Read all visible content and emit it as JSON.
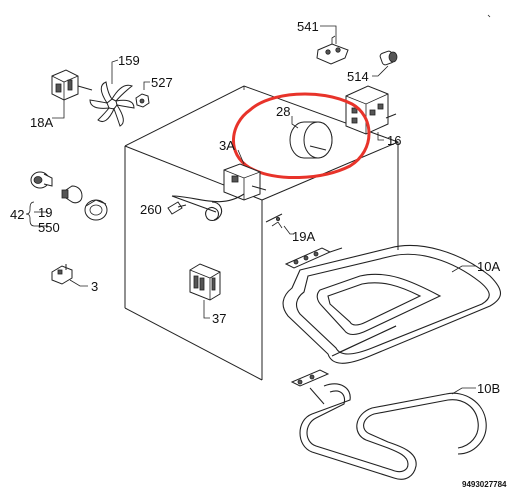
{
  "labels": {
    "p541": "541",
    "p159": "159",
    "p527": "527",
    "p514": "514",
    "p18a": "18A",
    "p28": "28",
    "p16": "16",
    "p3a": "3A",
    "p260": "260",
    "p42": "42",
    "p19": "19",
    "p550": "550",
    "p19a": "19A",
    "p10a": "10A",
    "p3": "3",
    "p37": "37",
    "p10b": "10B"
  },
  "drawing_code": "9493027784",
  "colors": {
    "highlight": "#e8332a",
    "line": "#222222",
    "background": "#ffffff"
  }
}
